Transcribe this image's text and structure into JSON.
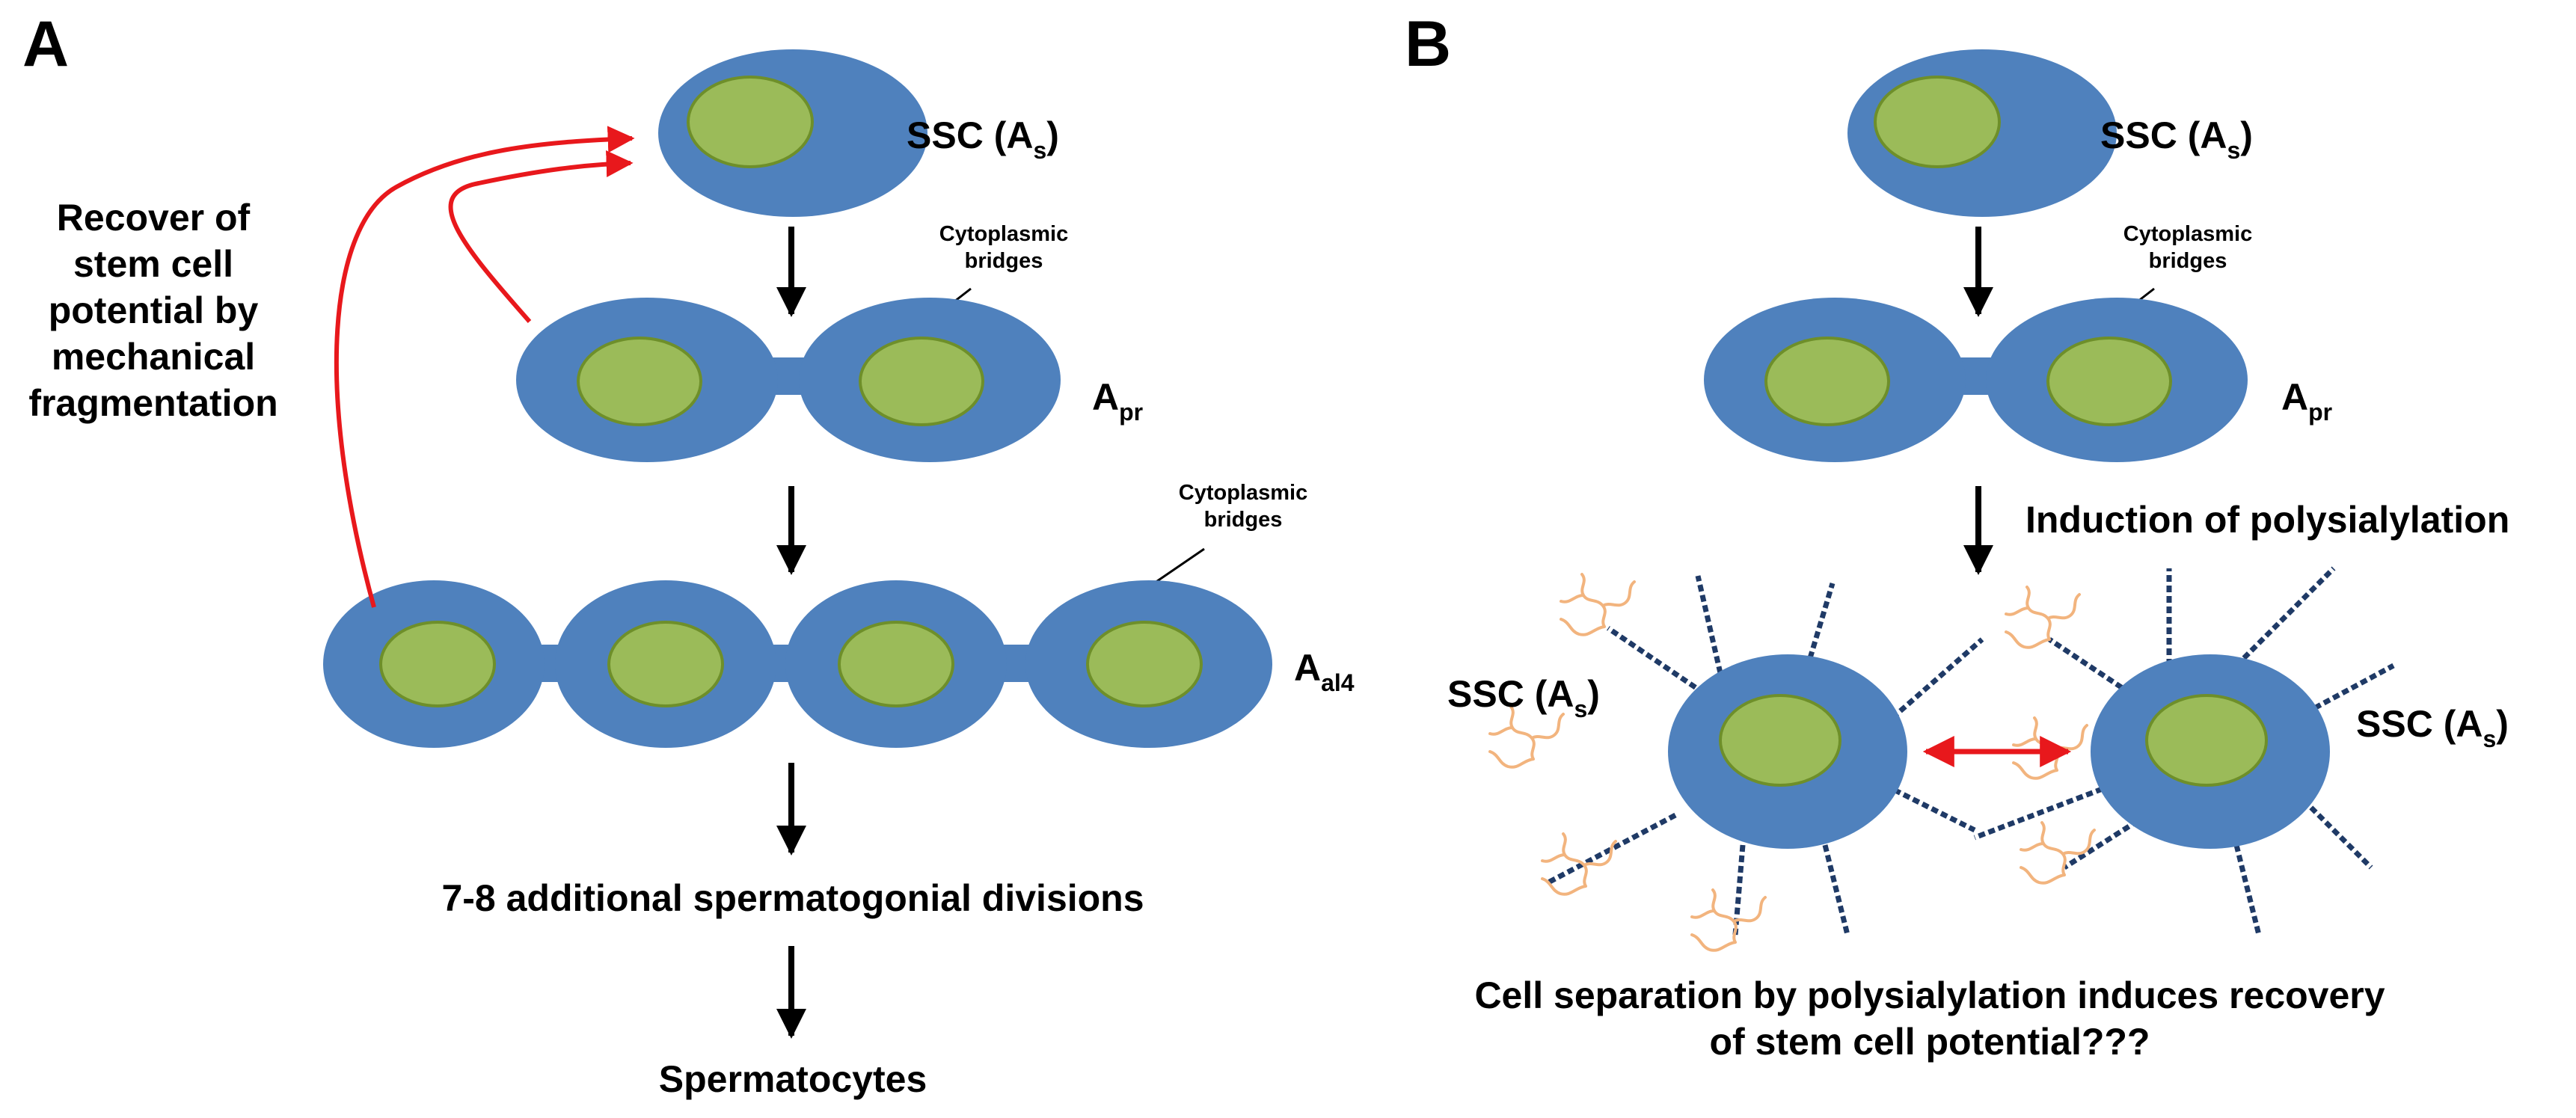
{
  "panels": {
    "a": {
      "letter": "A",
      "recover_lines": [
        "Recover of",
        "stem cell",
        "potential by",
        "mechanical",
        "fragmentation"
      ],
      "ssc": {
        "text": "SSC (A",
        "sub": "s",
        "close": ")"
      },
      "bridges_top": [
        "Cytoplasmic",
        "bridges"
      ],
      "apr": {
        "text": "A",
        "sub": "pr"
      },
      "bridges_row": [
        "Cytoplasmic",
        "bridges"
      ],
      "aal4": {
        "text": "A",
        "sub": "al4"
      },
      "divisions": "7-8 additional spermatogonial divisions",
      "spermatocytes": "Spermatocytes"
    },
    "b": {
      "letter": "B",
      "ssc": {
        "text": "SSC (A",
        "sub": "s",
        "close": ")"
      },
      "bridges": [
        "Cytoplasmic",
        "bridges"
      ],
      "apr": {
        "text": "A",
        "sub": "pr"
      },
      "induction": "Induction of polysialylation",
      "ssc_left": {
        "text": "SSC (A",
        "sub": "s",
        "close": ")"
      },
      "ssc_right": {
        "text": "SSC (A",
        "sub": "s",
        "close": ")"
      },
      "conclusion_lines": [
        "Cell separation by polysialylation induces recovery",
        "of stem cell potential???"
      ]
    }
  },
  "colors": {
    "cell": "#4F81BD",
    "nucleus": "#9BBB59",
    "recover_arrow": "#E8181C",
    "polysialic_chain": "#F2B47E",
    "ncam_stalk": "#1F3A66"
  }
}
